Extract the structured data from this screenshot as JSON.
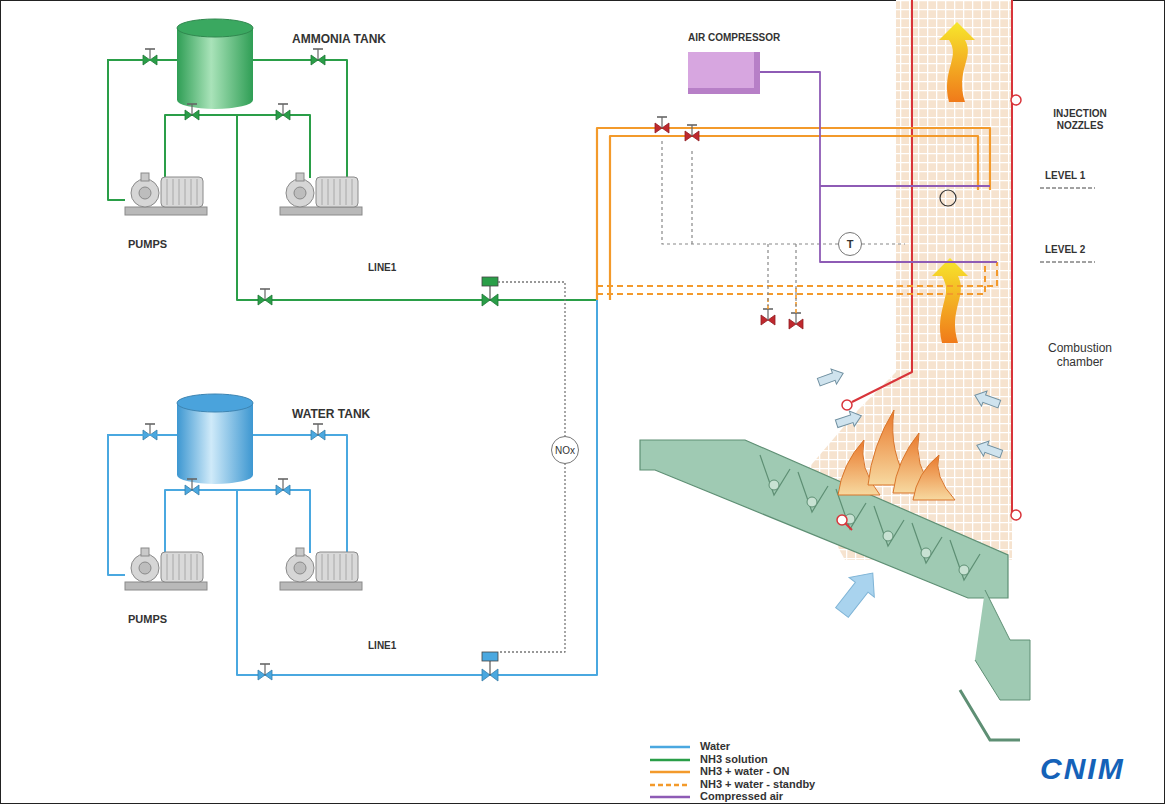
{
  "diagram": {
    "nodes": [
      {
        "text": [
          "AMMONIA TANK"
        ]
      },
      {
        "text": [
          "PUMPS"
        ]
      },
      {
        "text": [
          "WATER TANK"
        ]
      },
      {
        "text": [
          "PUMPS"
        ]
      },
      {
        "text": [
          "AIR COMPRESSOR"
        ]
      },
      {
        "text": [
          "NOx"
        ]
      },
      {
        "text": [
          "T"
        ]
      }
    ],
    "edges": [
      {
        "from": 0,
        "to": 1,
        "arrow": "none"
      },
      {
        "from": 2,
        "to": 3,
        "arrow": "none"
      }
    ],
    "labels": [
      "LINE1",
      "LINE1",
      "INJECTION NOZZLES",
      "LEVEL 1",
      "LEVEL 2",
      "Combustion chamber",
      "CNIM"
    ],
    "legend": [
      {
        "text": "Water"
      },
      {
        "text": "NH3 solution"
      },
      {
        "text": "NH3 + water - ON"
      },
      {
        "text": "NH3 + water - standby"
      },
      {
        "text": "Compressed air"
      }
    ]
  }
}
